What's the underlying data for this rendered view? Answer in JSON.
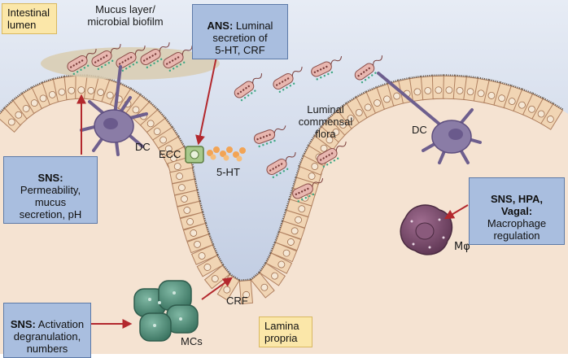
{
  "labels": {
    "intestinal_lumen": "Intestinal\nlumen",
    "mucus_layer": "Mucus layer/\nmicrobial biofilm",
    "luminal_flora": "Luminal\ncommensal\nflora",
    "dc_left": "DC",
    "dc_right": "DC",
    "ecc": "ECC",
    "serotonin": "5-HT",
    "crf": "CRF",
    "macrophage": "Mφ",
    "mast_cells": "MCs",
    "lamina_propria": "Lamina\npropria"
  },
  "boxes": {
    "ans_bold": "ANS:",
    "ans_text": " Luminal\nsecretion of\n5-HT, CRF",
    "sns_left_bold": "SNS:",
    "sns_left_text": "Permeability,\nmucus\nsecretion, pH",
    "sns_right_bold": "SNS, HPA, Vagal:",
    "sns_right_text": "Macrophage\nregulation",
    "sns_bottom_bold": "SNS:",
    "sns_bottom_text": " Activation\ndegranulation,\nnumbers"
  },
  "colors": {
    "lumen_bg": "#ccd6e8",
    "tissue_bg": "#f5e3d2",
    "epithelium": "#f1d5b4",
    "cell_border": "#b08060",
    "nucleus": "#f5e7d5",
    "dendritic_cell": "#8a7ca6",
    "ecc_cell": "#a8c98c",
    "mast_cell": "#4f8a76",
    "macrophage": "#7a4d6c",
    "arrow": "#b3282d",
    "box_blue": "#a9bedf",
    "box_yellow": "#fbe7a9"
  }
}
